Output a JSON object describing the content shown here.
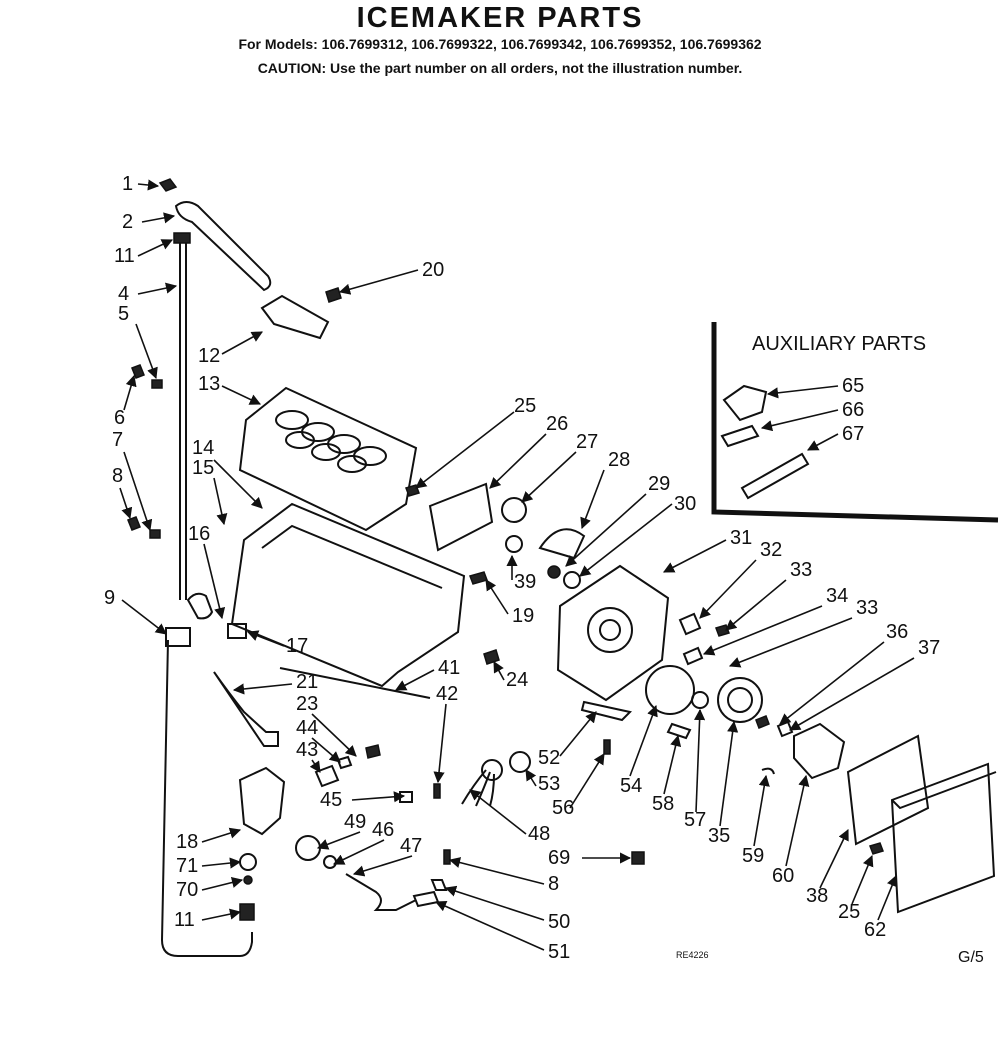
{
  "header": {
    "title": "ICEMAKER PARTS",
    "models": "For Models: 106.7699312, 106.7699322, 106.7699342, 106.7699352, 106.7699362",
    "caution": "CAUTION: Use the part number on all orders, not the illustration number."
  },
  "auxiliary": {
    "title": "AUXILIARY PARTS",
    "labels": [
      "65",
      "66",
      "67"
    ]
  },
  "part_labels": [
    "1",
    "2",
    "11",
    "4",
    "5",
    "6",
    "7",
    "8",
    "20",
    "12",
    "13",
    "14",
    "15",
    "16",
    "9",
    "17",
    "25",
    "26",
    "27",
    "28",
    "29",
    "30",
    "39",
    "19",
    "31",
    "32",
    "33",
    "34",
    "33",
    "36",
    "37",
    "24",
    "41",
    "42",
    "21",
    "23",
    "44",
    "43",
    "45",
    "49",
    "46",
    "47",
    "18",
    "71",
    "70",
    "11",
    "52",
    "53",
    "56",
    "54",
    "58",
    "57",
    "35",
    "59",
    "60",
    "38",
    "25",
    "62",
    "48",
    "69",
    "8",
    "50",
    "51"
  ],
  "footer": {
    "drawing_code": "RE4226",
    "page": "G/5"
  }
}
